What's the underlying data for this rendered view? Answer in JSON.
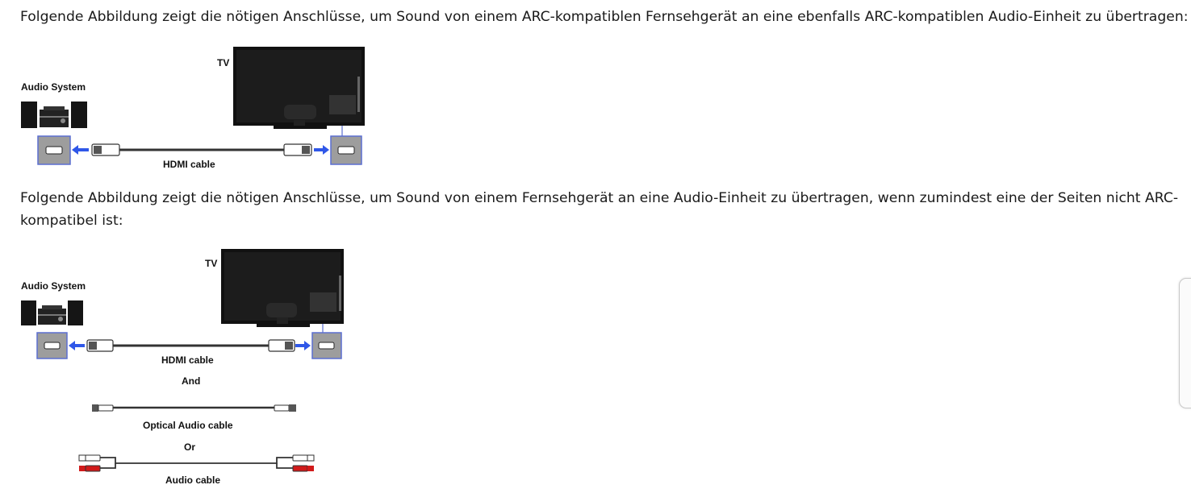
{
  "paragraphs": {
    "arc_intro": "Folgende Abbildung zeigt die nötigen Anschlüsse, um Sound von einem ARC-kompatiblen Fernsehgerät an eine ebenfalls ARC-kompatiblen Audio-Einheit zu übertragen:",
    "non_arc_intro_line1": "Folgende Abbildung zeigt die nötigen Anschlüsse, um Sound von einem Fernsehgerät an eine Audio-Einheit zu übertragen, wenn zumindest eine der Seiten nicht ARC-",
    "non_arc_intro_line2": "kompatibel ist:"
  },
  "figure_arc": {
    "tv_label": "TV",
    "audio_label": "Audio System",
    "hdmi_label": "HDMI cable"
  },
  "figure_non_arc": {
    "tv_label": "TV",
    "audio_label": "Audio System",
    "hdmi_label": "HDMI cable",
    "and_label": "And",
    "optical_label": "Optical Audio cable",
    "or_label": "Or",
    "audio_cable_label": "Audio cable"
  },
  "colors": {
    "port_fill": "#9d9d9d",
    "port_border": "#5b6fd0",
    "arrow": "#2f57e8",
    "rca_red": "#d11a1a"
  }
}
